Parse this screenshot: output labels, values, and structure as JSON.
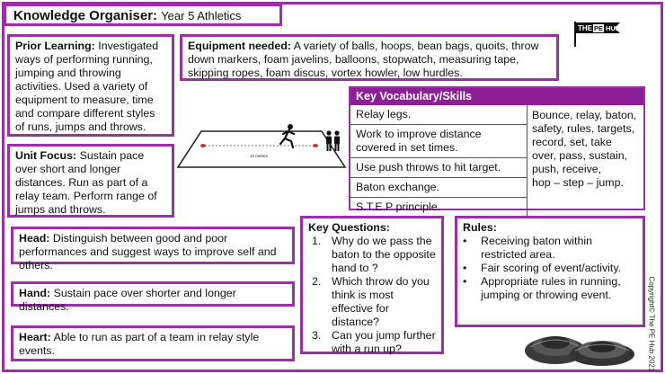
{
  "header": {
    "title_label": "Knowledge Organiser:",
    "title_rest": "Year 5 Athletics"
  },
  "logo": {
    "line1": "THE",
    "line2": "PE",
    "line3": "HUB"
  },
  "prior": {
    "label": "Prior Learning:",
    "text": "Investigated ways of performing running, jumping and throwing activities. Used a variety of equipment to measure, time and compare different styles of runs, jumps and throws."
  },
  "equipment": {
    "label": "Equipment needed:",
    "text": "A variety of balls, hoops, bean bags, quoits, throw down markers, foam javelins, balloons, stopwatch, measuring tape, skipping ropes, foam discus, vortex howler, low hurdles."
  },
  "diagram": {
    "distance": "10 metres"
  },
  "vocab": {
    "heading": "Key Vocabulary/Skills",
    "rows": [
      "Relay legs.",
      "Work to improve distance covered in set times.",
      "Use push throws to hit target.",
      "Baton exchange.",
      "S.T.E.P principle."
    ],
    "words": "Bounce, relay, baton, safety, rules, targets, record, set, take over, pass, sustain, push, receive,",
    "words2": "hop – step – jump."
  },
  "focus": {
    "label": "Unit Focus:",
    "text": "Sustain pace over short and longer distances. Run as part of a relay team. Perform range of jumps and throws."
  },
  "head": {
    "label": "Head:",
    "text": "Distinguish between good and poor performances and suggest ways to improve self and others."
  },
  "hand": {
    "label": "Hand:",
    "text": "Sustain pace over shorter and longer distances."
  },
  "heart": {
    "label": "Heart:",
    "text": "Able to run as part of a team in relay style events."
  },
  "questions": {
    "label": "Key Questions:",
    "items": [
      {
        "n": "1.",
        "text": "Why do we pass the baton to the opposite hand to ?"
      },
      {
        "n": "2.",
        "text": "Which throw do you think is most effective for distance?"
      },
      {
        "n": "3.",
        "text": "Can you jump further with a run up?"
      }
    ]
  },
  "rules": {
    "label": "Rules:",
    "items": [
      "Receiving baton within restricted area.",
      "Fair scoring of event/activity.",
      "Appropriate rules in running, jumping or throwing event."
    ]
  },
  "copyright": "Copyright© The PE Hub 2021",
  "colors": {
    "accent": "#9b30a6",
    "header_fill": "#8c1f95"
  }
}
